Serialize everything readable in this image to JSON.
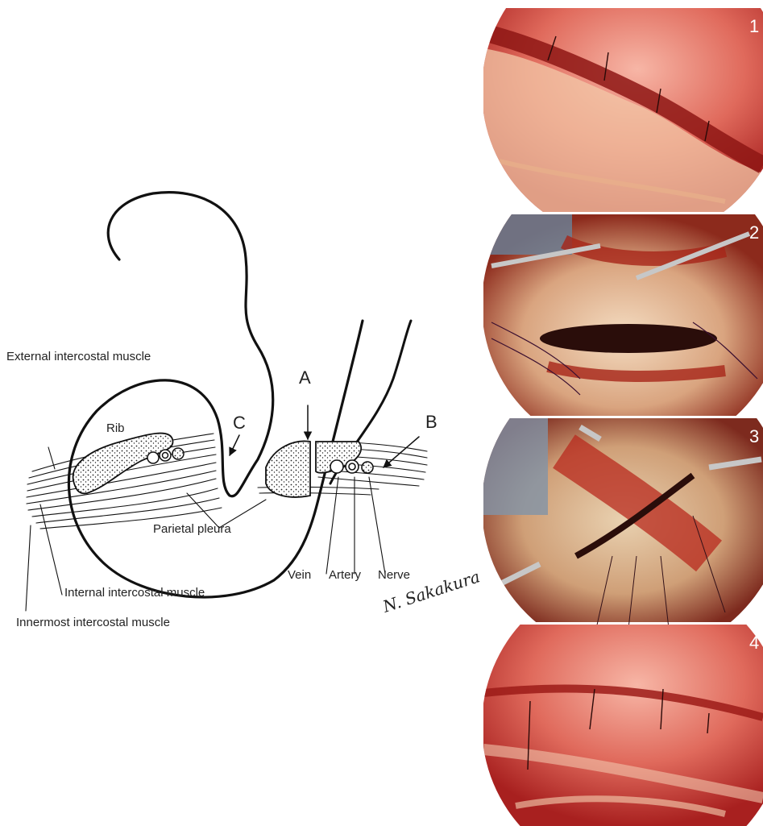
{
  "labels": {
    "external_intercostal": "External intercostal muscle",
    "internal_intercostal": "Internal intercostal muscle",
    "innermost_intercostal": "Innermost intercostal muscle",
    "rib": "Rib",
    "parietal_pleura": "Parietal pleura",
    "vein": "Vein",
    "artery": "Artery",
    "nerve": "Nerve",
    "a": "A",
    "b": "B",
    "c": "C"
  },
  "signature": "N. Sakakura",
  "panels": [
    {
      "number": "1"
    },
    {
      "number": "2"
    },
    {
      "number": "3"
    },
    {
      "number": "4"
    }
  ]
}
